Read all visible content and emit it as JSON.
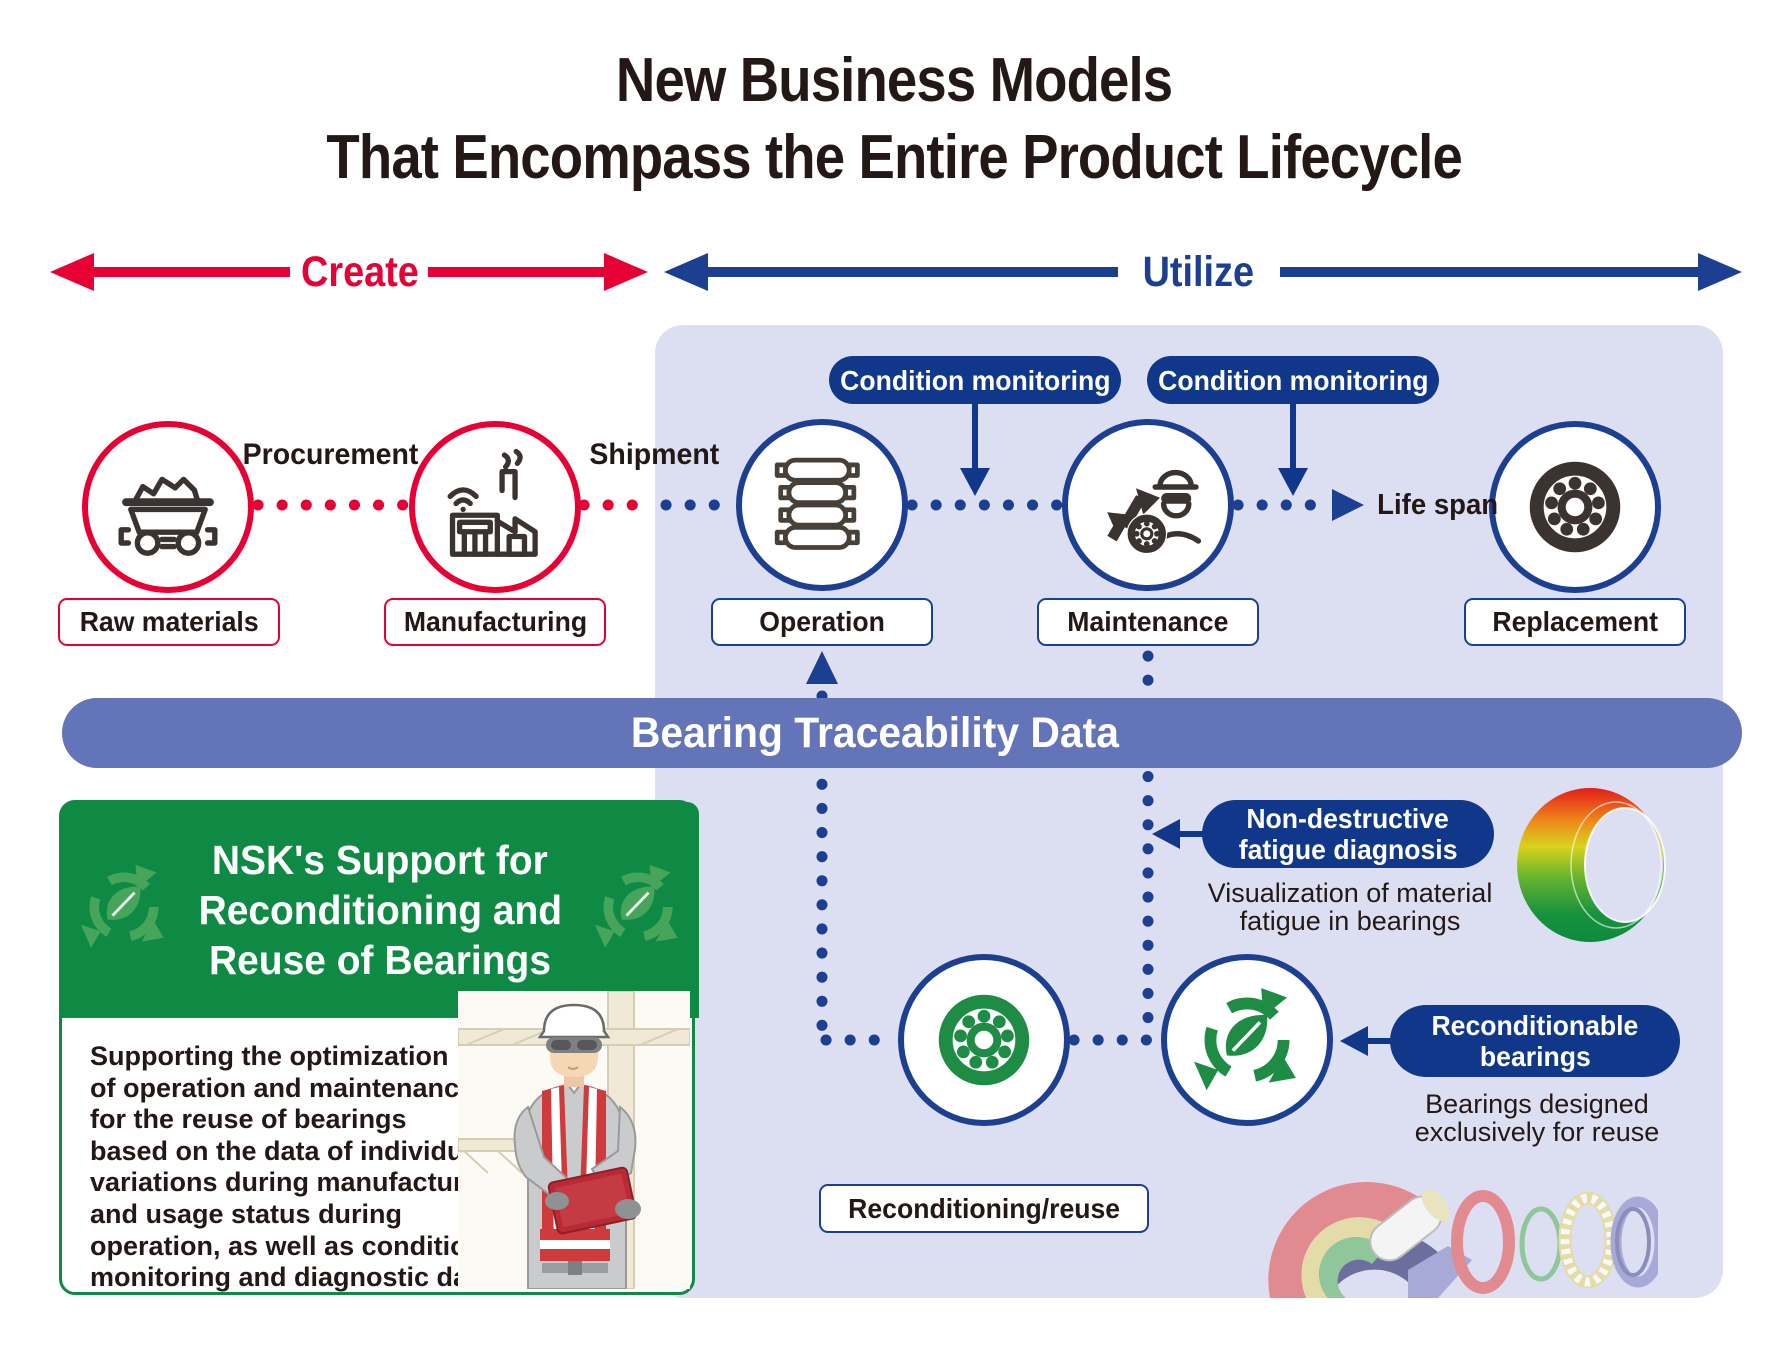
{
  "title": {
    "line1": "New Business Models",
    "line2": "That Encompass the Entire Product Lifecycle"
  },
  "phases": {
    "create": "Create",
    "utilize": "Utilize"
  },
  "flow": {
    "stages": [
      {
        "label": "Raw materials",
        "icon": "mine-cart-icon",
        "accent": "#e60033"
      },
      {
        "label": "Manufacturing",
        "icon": "factory-icon",
        "accent": "#e60033"
      },
      {
        "label": "Operation",
        "icon": "rollers-icon",
        "accent": "#1c3f92"
      },
      {
        "label": "Maintenance",
        "icon": "maintenance-worker-icon",
        "accent": "#1c3f92"
      },
      {
        "label": "Replacement",
        "icon": "bearing-icon",
        "accent": "#1c3f92"
      }
    ],
    "connector_labels": {
      "procurement": "Procurement",
      "shipment": "Shipment",
      "life_span": "Life span"
    },
    "condition_monitoring_1": "Condition monitoring",
    "condition_monitoring_2": "Condition monitoring"
  },
  "banner": {
    "label": "Bearing Traceability Data"
  },
  "nsk_box": {
    "heading_lines": [
      "NSK's Support for",
      "Reconditioning and",
      "Reuse of Bearings"
    ],
    "body_lines": [
      "Supporting the optimization",
      "of operation and maintenance",
      "for the reuse of bearings",
      "based on the data of individual",
      "variations during manufacturing",
      "and usage status during",
      "operation, as well as condition",
      "monitoring and diagnostic data"
    ],
    "header_icon": "recycle-leaf-icon",
    "illustration": "worker-with-tablet-illustration"
  },
  "fatigue": {
    "pill_lines": [
      "Non-destructive",
      "fatigue diagnosis"
    ],
    "caption_lines": [
      "Visualization of material",
      "fatigue in bearings"
    ],
    "illustration": "gradient-bearing-ring"
  },
  "recondition": {
    "label": "Reconditioning/reuse",
    "bearing_icon": "green-bearing-icon",
    "reuse_icon": "recycle-leaf-icon",
    "pill_lines": [
      "Reconditionable",
      "bearings"
    ],
    "caption_lines": [
      "Bearings designed",
      "exclusively for reuse"
    ],
    "illustration": "exploded-bearing-illustration"
  },
  "colors": {
    "red": "#e60033",
    "navy": "#1c3f92",
    "pill_navy": "#10378a",
    "panel": "#dcdff1",
    "banner": "#6474b8",
    "green": "#0f8a44",
    "leaf_green": "#4ca75e",
    "icon_green": "#1e8c45",
    "text": "#231815"
  }
}
